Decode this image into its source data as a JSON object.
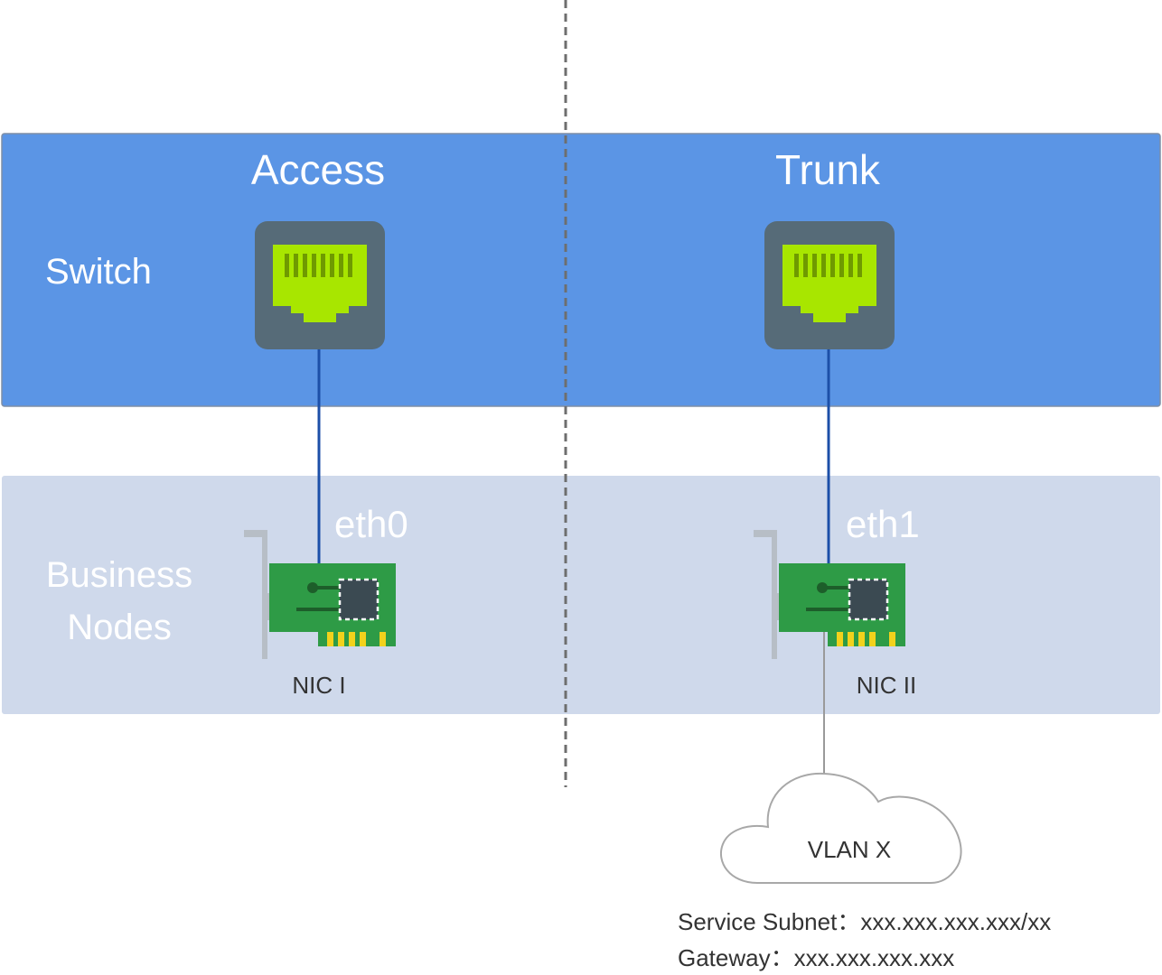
{
  "switch_panel": {
    "label": "Switch",
    "modes": [
      {
        "label": "Access"
      },
      {
        "label": "Trunk"
      }
    ]
  },
  "nodes_panel": {
    "label_line1": "Business",
    "label_line2": "Nodes",
    "nics": [
      {
        "interface": "eth0",
        "label": "NIC I"
      },
      {
        "interface": "eth1",
        "label": "NIC II"
      }
    ]
  },
  "vlan": {
    "label": "VLAN X",
    "subnet_label": "Service Subnet：",
    "subnet_value": "xxx.xxx.xxx.xxx/xx",
    "gateway_label": "Gateway：",
    "gateway_value": "xxx.xxx.xxx.xxx"
  },
  "colors": {
    "switch_panel": "#5b95e5",
    "nodes_panel": "#cfd9eb",
    "port_box": "#566b78",
    "port_icon": "#a8e600",
    "link_line": "#1c4fa8",
    "nic_board": "#2e9b46",
    "nic_contacts": "#f2d21c"
  }
}
